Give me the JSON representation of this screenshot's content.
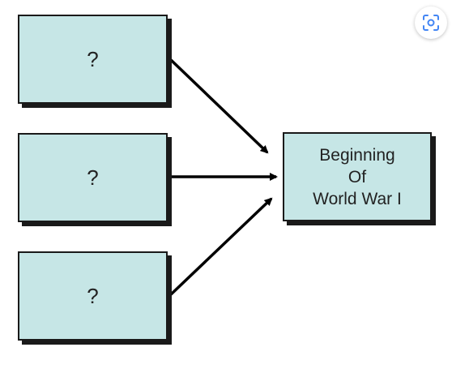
{
  "diagram": {
    "causes": [
      {
        "label": "?"
      },
      {
        "label": "?"
      },
      {
        "label": "?"
      }
    ],
    "effect": {
      "lines": [
        "Beginning",
        "Of",
        "World War I"
      ]
    }
  },
  "colors": {
    "box_fill": "#c6e6e6",
    "box_border": "#1a1a1a",
    "arrow": "#000000",
    "lens_icon": "#4285f4"
  },
  "icons": {
    "lens": "visual-search-icon"
  }
}
